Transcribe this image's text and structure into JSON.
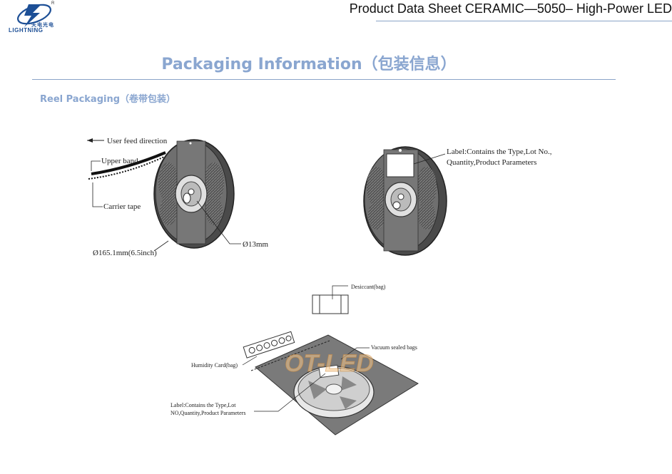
{
  "header": {
    "logo_cn": "天电光电",
    "logo_en": "LIGHTNING",
    "logo_mark": "R",
    "title": "Product Data Sheet CERAMIC—5050– High-Power LED"
  },
  "section": {
    "title": "Packaging Information（包装信息）",
    "subtitle": "Reel Packaging（卷带包装）"
  },
  "figure1": {
    "feed_direction": "User feed direction",
    "upper_band": "Upper band",
    "carrier_tape": "Carrier tape",
    "diameter_outer": "Ø165.1mm(6.5inch)",
    "diameter_hub": "Ø13mm"
  },
  "figure2": {
    "label_line1": "Label:Contains  the Type,Lot No.,",
    "label_line2": "Quantity,Product Parameters"
  },
  "figure3": {
    "desiccant": "Desiccant(bag)",
    "vacuum_bag": "Vacuum sealed bags",
    "humidity_card": "Humidity Card(bag)",
    "label_line1": "Label:Contains the Type,Lot",
    "label_line2": "NO,Quantity,Product Parameters",
    "watermark": "OT-LED"
  },
  "colors": {
    "brand_blue": "#1d4f96",
    "heading_blue": "#8aa6d0",
    "rule_blue": "#8aa3c8"
  }
}
